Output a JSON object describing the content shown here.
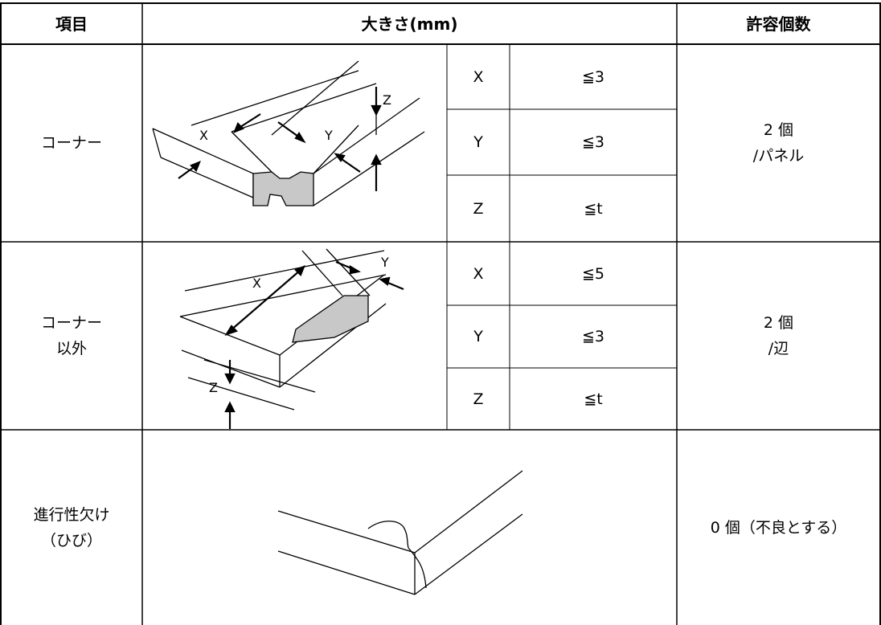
{
  "headers": {
    "item": "項目",
    "size": "大きさ(mm)",
    "allow": "許容個数"
  },
  "rows": [
    {
      "item": "コーナー",
      "dims": [
        {
          "axis": "X",
          "limit": "≦3"
        },
        {
          "axis": "Y",
          "limit": "≦3"
        },
        {
          "axis": "Z",
          "limit": "≦t"
        }
      ],
      "allow_line1": "2 個",
      "allow_line2": "/パネル"
    },
    {
      "item_line1": "コーナー",
      "item_line2": "以外",
      "dims": [
        {
          "axis": "X",
          "limit": "≦5"
        },
        {
          "axis": "Y",
          "limit": "≦3"
        },
        {
          "axis": "Z",
          "limit": "≦t"
        }
      ],
      "allow_line1": "2 個",
      "allow_line2": "/辺"
    },
    {
      "item_line1": "進行性欠け",
      "item_line2": "（ひび）",
      "allow": "0 個（不良とする）"
    }
  ],
  "figure_labels": {
    "fig1": {
      "x": "X",
      "y": "Y",
      "z": "Z"
    },
    "fig2": {
      "x": "X",
      "y": "Y",
      "z": "Z"
    }
  }
}
